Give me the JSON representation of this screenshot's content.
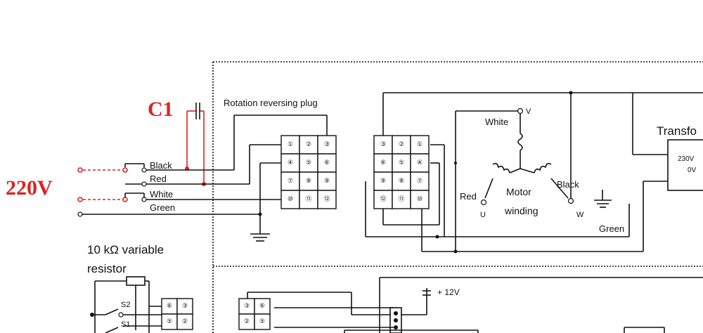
{
  "labels": {
    "c1": "C1",
    "v220": "220V",
    "rotation_plug": "Rotation reversing plug",
    "wire_black": "Black",
    "wire_red": "Red",
    "wire_white": "White",
    "wire_green": "Green",
    "variable_resistor_line1": "10 kΩ variable",
    "variable_resistor_line2": "resistor",
    "s1": "S1",
    "s2": "S2",
    "motor_white": "White",
    "motor_v": "V",
    "motor_red": "Red",
    "motor_u": "U",
    "motor_black": "Black",
    "motor_w": "W",
    "motor_line1": "Motor",
    "motor_line2": "winding",
    "motor_green": "Green",
    "transformer": "Transfo",
    "tr_230": "230V",
    "tr_0": "0V",
    "plus12": "+ 12V"
  },
  "plug_left": [
    "①",
    "②",
    "③",
    "④",
    "⑤",
    "⑥",
    "⑦",
    "⑧",
    "⑨",
    "⑩",
    "⑪",
    "⑫"
  ],
  "plug_motor": [
    "③",
    "②",
    "①",
    "⑥",
    "⑤",
    "④",
    "⑨",
    "⑧",
    "⑦",
    "⑫",
    "⑪",
    "⑩"
  ],
  "plug_small_a": [
    "⑥",
    "③",
    "⑤",
    "②"
  ],
  "plug_small_b": [
    "③",
    "⑥",
    "②",
    "⑤"
  ],
  "colors": {
    "ink": "#111111",
    "annotation": "#e02020",
    "background": "#ffffff"
  }
}
